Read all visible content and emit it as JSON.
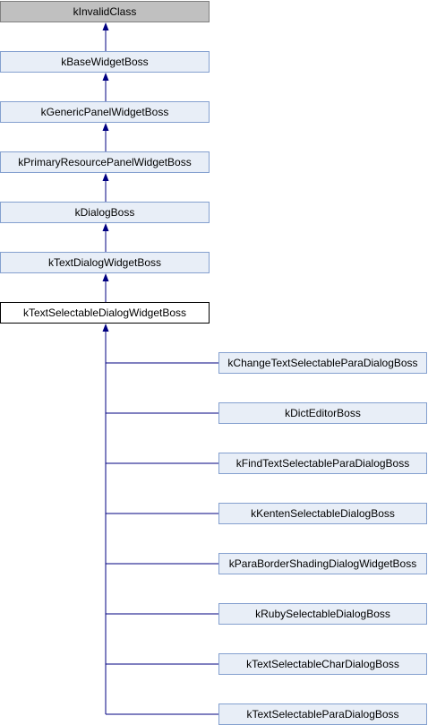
{
  "colors": {
    "edge": "#000080",
    "node_fill": "#e8eef7",
    "node_border": "#84a0cf",
    "root_fill": "#c0c0c0",
    "current_fill": "#ffffff",
    "current_border": "#000000"
  },
  "base_chain": [
    "kInvalidClass",
    "kBaseWidgetBoss",
    "kGenericPanelWidgetBoss",
    "kPrimaryResourcePanelWidgetBoss",
    "kDialogBoss",
    "kTextDialogWidgetBoss"
  ],
  "current": "kTextSelectableDialogWidgetBoss",
  "children": [
    "kChangeTextSelectableParaDialogBoss",
    "kDictEditorBoss",
    "kFindTextSelectableParaDialogBoss",
    "kKentenSelectableDialogBoss",
    "kParaBorderShadingDialogWidgetBoss",
    "kRubySelectableDialogBoss",
    "kTextSelectableCharDialogBoss",
    "kTextSelectableParaDialogBoss"
  ]
}
